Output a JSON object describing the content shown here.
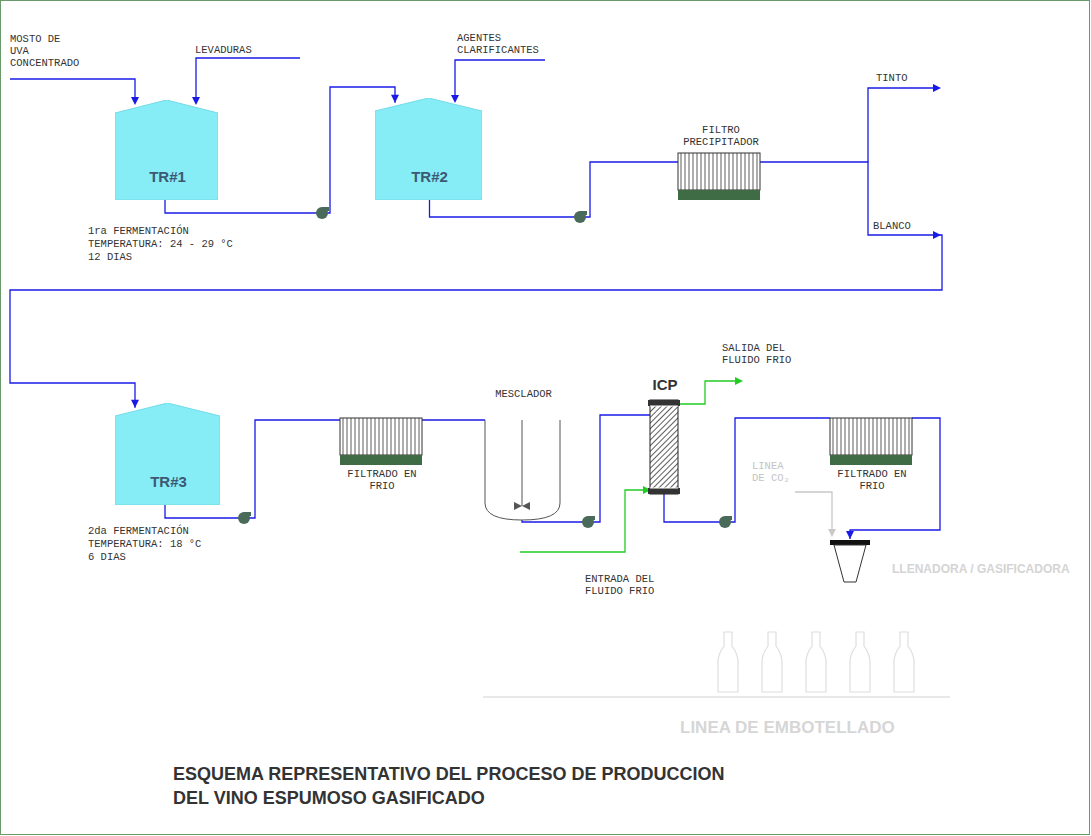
{
  "diagram": {
    "title": "ESQUEMA REPRESENTATIVO DEL PROCESO DE PRODUCCION DEL VINO ESPUMOSO GASIFICADO",
    "nodes": [
      {
        "text": [
          "TR#1"
        ]
      },
      {
        "text": [
          "TR#2"
        ]
      },
      {
        "text": [
          "FILTRO PRECIPITADOR"
        ]
      },
      {
        "text": [
          "TR#3"
        ]
      },
      {
        "text": [
          "FILTRADO EN FRIO"
        ]
      },
      {
        "text": [
          "MESCLADOR"
        ]
      },
      {
        "text": [
          "ICP"
        ]
      },
      {
        "text": [
          "FILTRADO EN FRIO"
        ]
      },
      {
        "text": [
          "LLENADORA / GASIFICADORA"
        ]
      }
    ],
    "edges": [
      {
        "from": 0,
        "to": 1,
        "arrow": "to"
      },
      {
        "from": 1,
        "to": 2,
        "arrow": "none"
      },
      {
        "from": 2,
        "to": 3,
        "label": "BLANCO",
        "arrow": "to"
      },
      {
        "from": 3,
        "to": 4,
        "arrow": "none"
      },
      {
        "from": 4,
        "to": 5,
        "arrow": "none"
      },
      {
        "from": 5,
        "to": 6,
        "arrow": "none"
      },
      {
        "from": 6,
        "to": 7,
        "arrow": "none"
      },
      {
        "from": 7,
        "to": 8,
        "arrow": "to"
      }
    ],
    "labels": [
      "MOSTO DE UVA CONCENTRADO",
      "LEVADURAS",
      "AGENTES CLARIFICANTES",
      "TINTO",
      "1ra FERMENTACIÓN",
      "TEMPERATURA: 24 - 29 °C",
      "12 DIAS",
      "SALIDA DEL FLUIDO FRIO",
      "LINEA DE CO₂",
      "2da FERMENTACIÓN",
      "TEMPERATURA: 18 °C",
      "6 DIAS",
      "ENTRADA DEL FLUIDO FRIO",
      "LINEA DE EMBOTELLADO"
    ]
  }
}
